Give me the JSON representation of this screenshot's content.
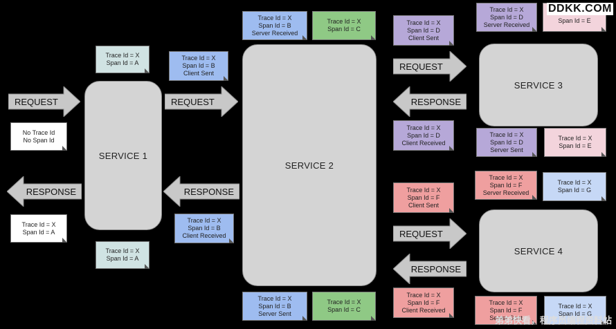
{
  "watermark": {
    "logo": "DDKK.COM",
    "footer": "弟弟快看，程序员编程资料站"
  },
  "colors": {
    "background": "#000000",
    "service": "#d4d4d4",
    "arrow": "#c8c8c8",
    "white": "#ffffff",
    "teal": "#d0e3e3",
    "blue": "#9ebcf0",
    "green": "#8fc985",
    "purple": "#b6a8d8",
    "pink": "#f3d4dc",
    "red": "#ef9f9f",
    "light_blue": "#c6d8f6"
  },
  "services": {
    "service1": "SERVICE 1",
    "service2": "SERVICE 2",
    "service3": "SERVICE 3",
    "service4": "SERVICE 4"
  },
  "arrows": {
    "request": "REQUEST",
    "response": "RESPONSE"
  },
  "notes": {
    "n_no_trace": [
      "No Trace Id",
      "No Span Id"
    ],
    "n_s1_top": [
      "Trace Id = X",
      "Span Id = A"
    ],
    "n_s1_bottom": [
      "Trace Id = X",
      "Span Id = A"
    ],
    "n_resp_client": [
      "Trace Id = X",
      "Span Id = A"
    ],
    "n_client_sent_b": [
      "Trace Id = X",
      "Span Id = B",
      "Client Sent"
    ],
    "n_client_recv_b": [
      "Trace Id = X",
      "Span Id = B",
      "Client Received"
    ],
    "n_server_recv_b": [
      "Trace Id = X",
      "Span Id = B",
      "Server Received"
    ],
    "n_span_c_top": [
      "Trace Id = X",
      "Span Id = C"
    ],
    "n_server_sent_b": [
      "Trace Id = X",
      "Span Id = B",
      "Server Sent"
    ],
    "n_span_c_bottom": [
      "Trace Id = X",
      "Span Id = C"
    ],
    "n_client_sent_d": [
      "Trace Id = X",
      "Span Id = D",
      "Client Sent"
    ],
    "n_client_recv_d": [
      "Trace Id = X",
      "Span Id = D",
      "Client Received"
    ],
    "n_server_recv_d": [
      "Trace Id = X",
      "Span Id = D",
      "Server Received"
    ],
    "n_span_e_top": [
      "Trace Id = X",
      "Span Id = E"
    ],
    "n_server_sent_d": [
      "Trace Id = X",
      "Span Id = D",
      "Server Sent"
    ],
    "n_span_e_mid": [
      "Trace Id = X",
      "Span Id = E"
    ],
    "n_client_sent_f": [
      "Trace Id = X",
      "Span Id = F",
      "Client Sent"
    ],
    "n_client_recv_f": [
      "Trace Id = X",
      "Span Id = F",
      "Client Received"
    ],
    "n_server_recv_f": [
      "Trace Id = X",
      "Span Id = F",
      "Server Received"
    ],
    "n_span_g_top": [
      "Trace Id = X",
      "Span Id = G"
    ],
    "n_server_sent_f": [
      "Trace Id = X",
      "Span Id = F",
      "Server Sent"
    ],
    "n_span_g_bottom": [
      "Trace Id = X",
      "Span Id = G"
    ]
  }
}
